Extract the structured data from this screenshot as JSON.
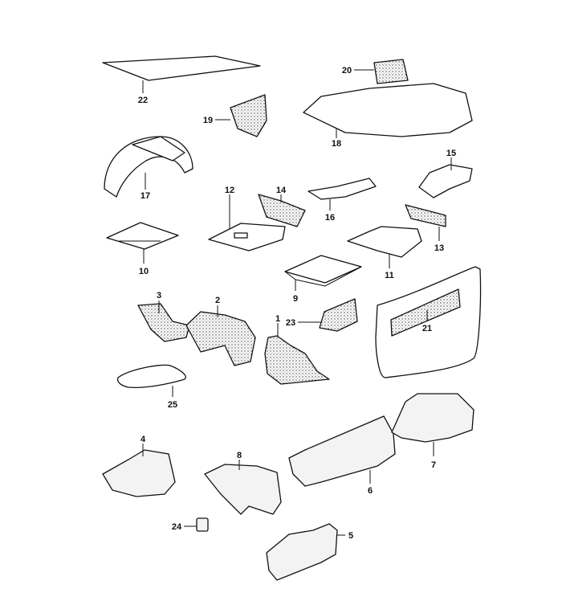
{
  "title": "Insulation / trim parts exploded diagram",
  "part_numbers": [
    "1",
    "2",
    "3",
    "4",
    "5",
    "6",
    "7",
    "8",
    "9",
    "10",
    "11",
    "12",
    "13",
    "14",
    "15",
    "16",
    "17",
    "18",
    "19",
    "20",
    "21",
    "22",
    "23",
    "24",
    "25"
  ]
}
